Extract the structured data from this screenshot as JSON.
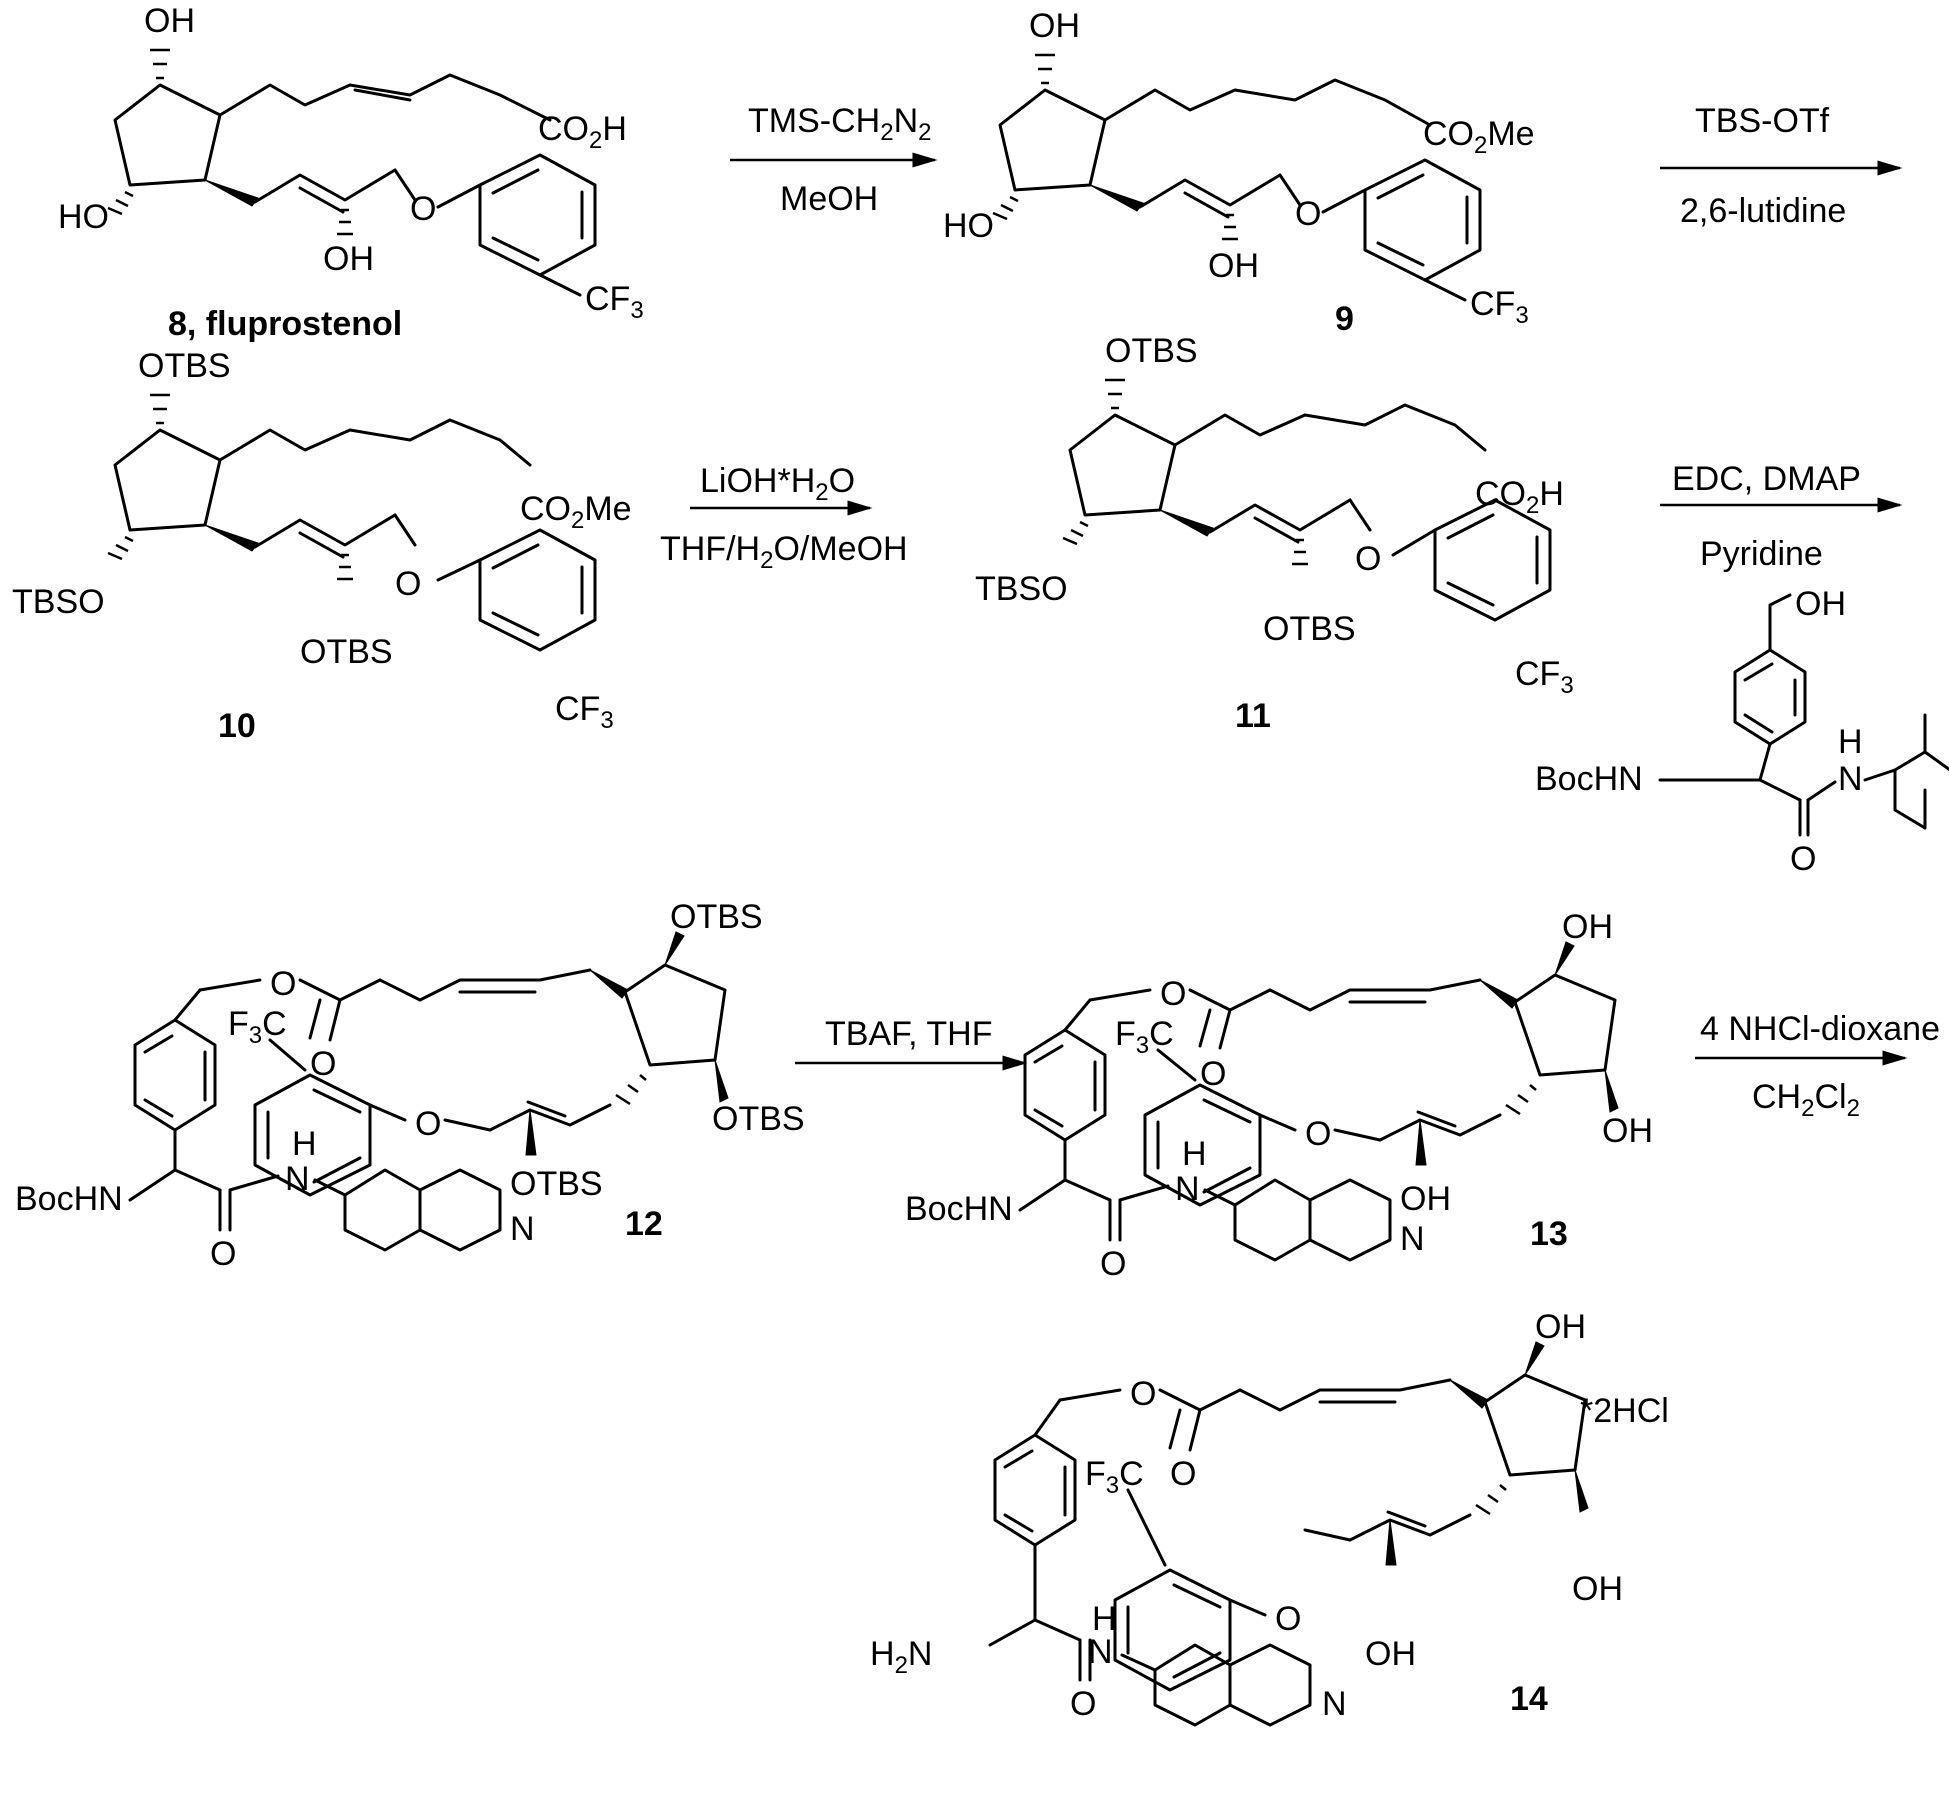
{
  "compounds": {
    "c8": {
      "id": "8, fluprostenol"
    },
    "c9": {
      "id": "9"
    },
    "c10": {
      "id": "10"
    },
    "c11": {
      "id": "11"
    },
    "c12": {
      "id": "12"
    },
    "c13": {
      "id": "13"
    },
    "c14": {
      "id": "14",
      "salt": "*2HCl"
    }
  },
  "atoms": {
    "OH": "OH",
    "HO": "HO",
    "CO2H": "CO",
    "CO2Me": "CO",
    "two": "2",
    "three": "3",
    "H": "H",
    "Me": "Me",
    "O": "O",
    "CF": "CF",
    "F": "F",
    "C": "C",
    "OTBS": "OTBS",
    "TBSO": "TBSO",
    "BocHN": "BocHN",
    "N": "N",
    "NH": "N",
    "H2N_H": "H",
    "H2N_N": "N"
  },
  "steps": {
    "s1": {
      "top": "TMS-CH",
      "top_sub1": "2",
      "top_mid": "N",
      "top_sub2": "2",
      "bottom": "MeOH"
    },
    "s2": {
      "top": "TBS-OTf",
      "bottom": "2,6-lutidine"
    },
    "s3": {
      "top": "LiOH*H",
      "top_sub": "2",
      "top_end": "O",
      "bottom": "THF/H",
      "bottom_sub": "2",
      "bottom_end": "O/MeOH"
    },
    "s4": {
      "top": "EDC, DMAP",
      "bottom": "Pyridine"
    },
    "s5": {
      "top": "TBAF, THF"
    },
    "s6": {
      "top": "4 NHCl-dioxane",
      "bottom": "CH",
      "bottom_sub1": "2",
      "bottom_mid": "Cl",
      "bottom_sub2": "2"
    }
  }
}
